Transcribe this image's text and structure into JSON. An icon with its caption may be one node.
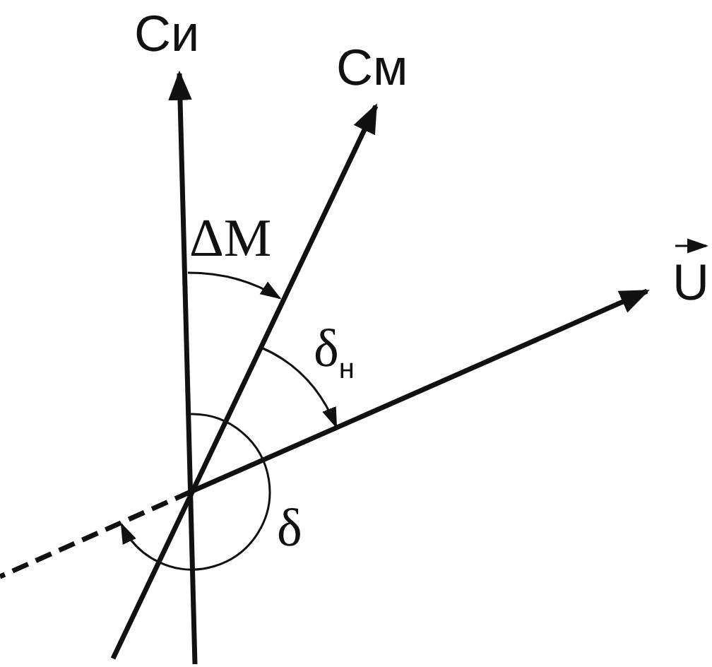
{
  "diagram": {
    "labels": [
      "Си",
      "См",
      "U",
      "ΔM",
      "δ$_{н}$",
      "δ"
    ]
  }
}
